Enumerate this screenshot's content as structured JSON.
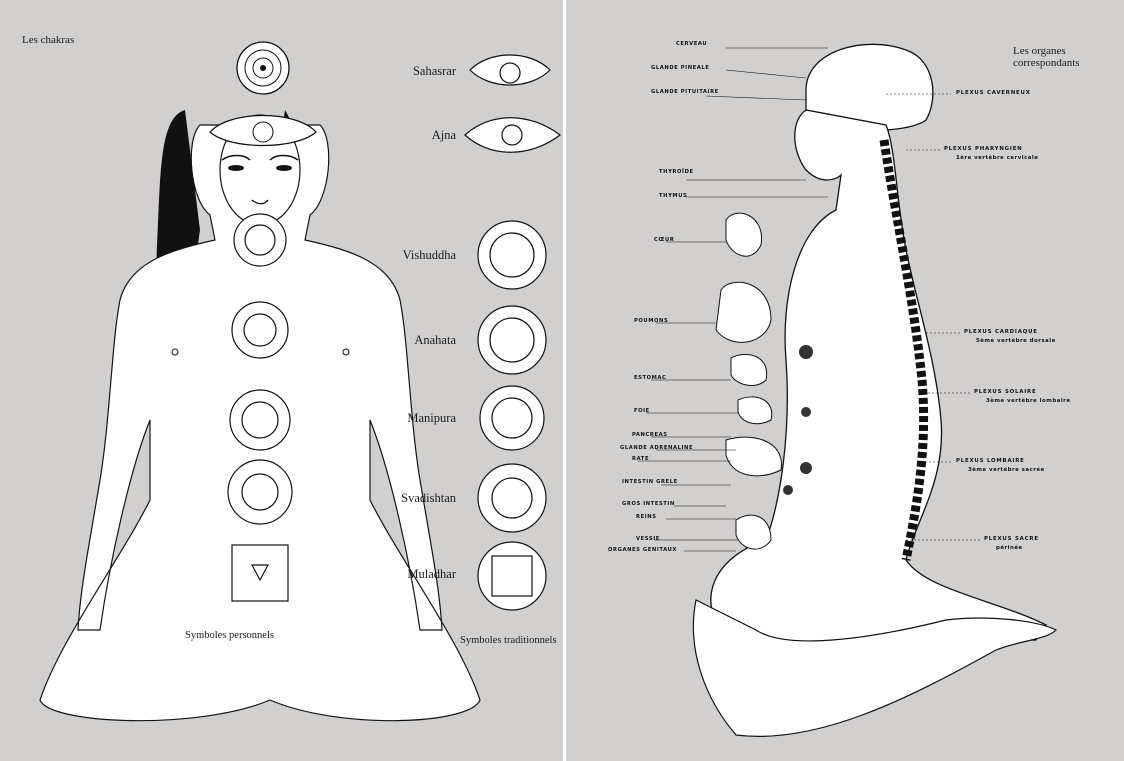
{
  "left_page": {
    "heading": "Les chakras",
    "chakras": [
      {
        "name": "Sahasrar"
      },
      {
        "name": "Ajna"
      },
      {
        "name": "Vishuddha"
      },
      {
        "name": "Anahata"
      },
      {
        "name": "Manipura"
      },
      {
        "name": "Svadishtan"
      },
      {
        "name": "Muladhar"
      }
    ],
    "caption_personal": "Symboles personnels",
    "caption_traditional": "Symboles traditionnels"
  },
  "right_page": {
    "heading": "Les organes correspondants",
    "organs": [
      "CERVEAU",
      "GLANDE PINEALE",
      "GLANDE PITUITAIRE",
      "THYROÏDE",
      "THYMUS",
      "CŒUR",
      "POUMONS",
      "ESTOMAC",
      "FOIE",
      "PANCREAS",
      "GLANDE ADRENALINE",
      "RATE",
      "INTESTIN GRELE",
      "GROS INTESTIN",
      "REINS",
      "VESSIE",
      "ORGANES GENITAUX"
    ],
    "plexuses": [
      {
        "name": "PLEXUS CAVERNEUX",
        "detail": ""
      },
      {
        "name": "PLEXUS PHARYNGIEN",
        "detail": "1ère vertèbre cervicale"
      },
      {
        "name": "PLEXUS CARDIAQUE",
        "detail": "5ème vertèbre dorsale"
      },
      {
        "name": "PLEXUS SOLAIRE",
        "detail": "3ème vertèbre lombaire"
      },
      {
        "name": "PLEXUS LOMBAIRE",
        "detail": "3ème vertèbre sacrée"
      },
      {
        "name": "PLEXUS SACRE",
        "detail": "périnée"
      }
    ]
  },
  "colors": {
    "paper": "#d2d0cf",
    "ink": "#141414",
    "figure_fill": "#ffffff"
  }
}
